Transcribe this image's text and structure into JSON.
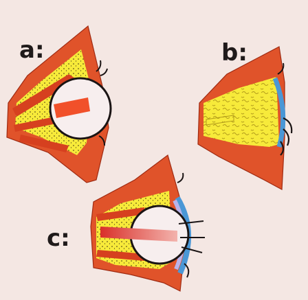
{
  "labels": {
    "a": "a:",
    "b": "b:",
    "c": "c:"
  },
  "colors": {
    "paper": "#f4e7e3",
    "muscle_red": "#d9411f",
    "muscle_orange": "#e9683a",
    "fat_yellow": "#f7ea3a",
    "nerve_red": "#e23a2a",
    "globe_white": "#f7eeee",
    "outline": "#1a1414",
    "cornea_blue": "#4a97d6",
    "cornea_lilac": "#b9b3ea"
  },
  "panels": [
    {
      "id": "a",
      "name": "orbit-panel-a"
    },
    {
      "id": "b",
      "name": "orbit-panel-b"
    },
    {
      "id": "c",
      "name": "orbit-panel-c"
    }
  ]
}
